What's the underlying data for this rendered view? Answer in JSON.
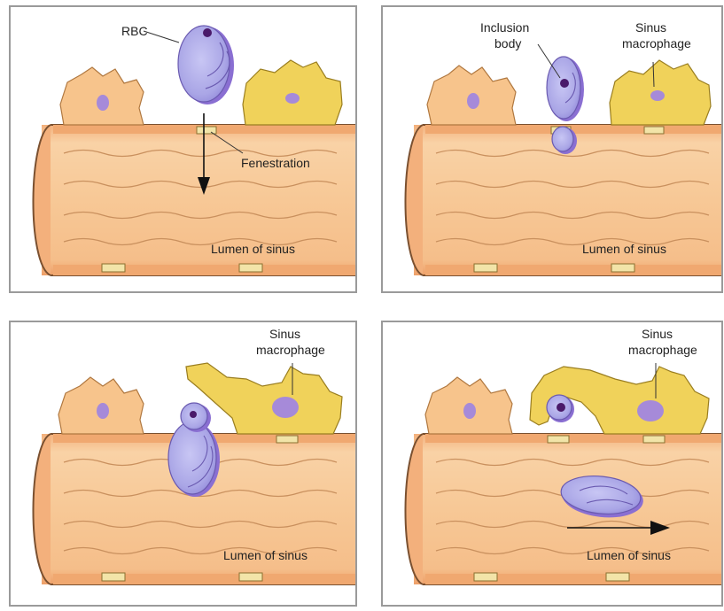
{
  "panels": {
    "p1": {
      "rbc_label": "RBC",
      "fenestration_label": "Fenestration",
      "lumen_label": "Lumen of sinus"
    },
    "p2": {
      "inclusion_line1": "Inclusion",
      "inclusion_line2": "body",
      "macro_line1": "Sinus",
      "macro_line2": "macrophage",
      "lumen_label": "Lumen of sinus"
    },
    "p3": {
      "macro_line1": "Sinus",
      "macro_line2": "macrophage",
      "lumen_label": "Lumen of sinus"
    },
    "p4": {
      "macro_line1": "Sinus",
      "macro_line2": "macrophage",
      "lumen_label": "Lumen of sinus"
    }
  },
  "colors": {
    "vessel_fill": "#f7c896",
    "vessel_stripe": "#f0a870",
    "vessel_outline": "#7a5030",
    "wave": "#c9905e",
    "fenestration": "#f2e4a8",
    "orange_cell": "#f7c48c",
    "yellow_macrophage": "#f0d25a",
    "nucleus": "#a68ad9",
    "rbc_fill": "#b4b0ea",
    "rbc_shadow": "#8a6fd2",
    "rbc_dark_dot": "#4a1a6a"
  }
}
